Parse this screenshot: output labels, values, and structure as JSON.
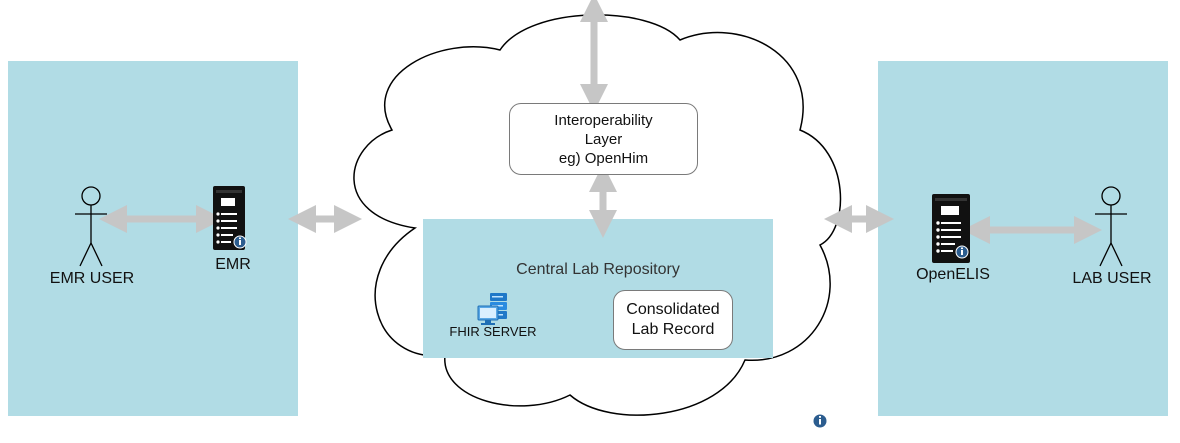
{
  "left_zone": {
    "user_label": "EMR USER",
    "system_label": "EMR"
  },
  "right_zone": {
    "system_label": "OpenELIS",
    "user_label": "LAB USER"
  },
  "cloud": {
    "interop_box": "Interoperability\nLayer\neg) OpenHim",
    "repository": {
      "title": "Central Lab Repository",
      "server_label": "FHIR SERVER",
      "record_box": "Consolidated\nLab Record"
    }
  },
  "colors": {
    "panel": "#b1dce5",
    "arrow": "#c6c6c6",
    "info_badge": "#2c5d8f"
  },
  "icons": [
    "person-icon",
    "server-icon",
    "fhir-server-icon",
    "info-icon",
    "double-arrow"
  ]
}
